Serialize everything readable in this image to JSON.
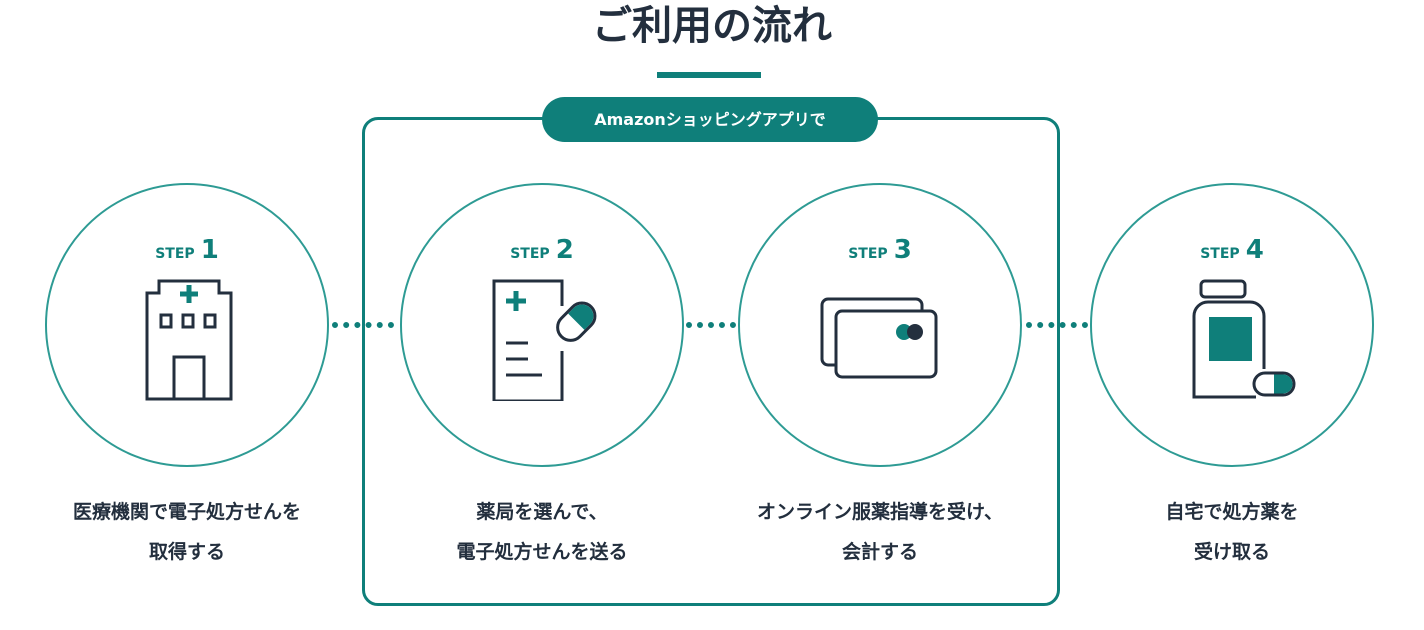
{
  "title": "ご利用の流れ",
  "badge": "Amazonショッピングアプリで",
  "step_label": "STEP",
  "steps": [
    {
      "number": "1",
      "line1": "医療機関で電子処方せんを",
      "line2": "取得する"
    },
    {
      "number": "2",
      "line1": "薬局を選んで、",
      "line2": "電子処方せんを送る"
    },
    {
      "number": "3",
      "line1": "オンライン服薬指導を受け、",
      "line2": "会計する"
    },
    {
      "number": "4",
      "line1": "自宅で処方薬を",
      "line2": "受け取る"
    }
  ],
  "colors": {
    "accent": "#0f7f7a",
    "text": "#232f3e"
  }
}
